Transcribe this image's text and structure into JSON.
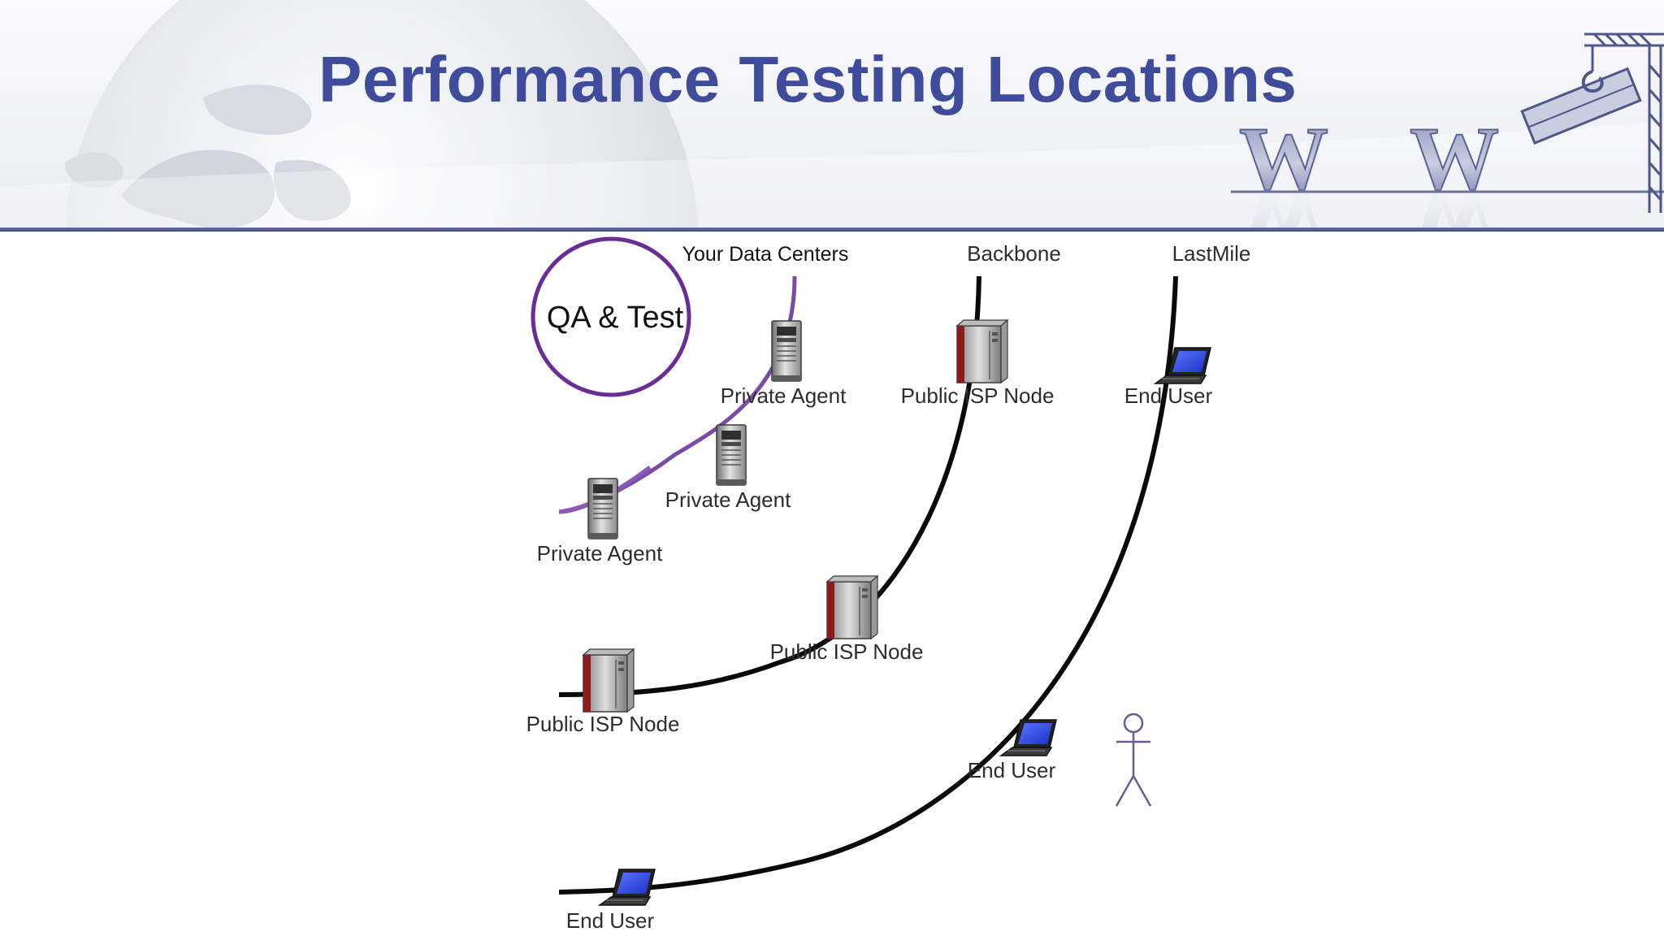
{
  "title": "Performance Testing Locations",
  "columns": {
    "data_centers": "Your Data Centers",
    "backbone": "Backbone",
    "last_mile": "LastMile"
  },
  "qa_label": "QA & Test",
  "nodes": {
    "private_agent_top": "Private Agent",
    "private_agent_mid": "Private Agent",
    "private_agent_low": "Private Agent",
    "public_isp_top": "Public ISP Node",
    "public_isp_mid": "Public ISP Node",
    "public_isp_low": "Public ISP Node",
    "end_user_top": "End User",
    "end_user_mid": "End User",
    "end_user_low": "End User"
  },
  "colors": {
    "title": "#3f4c9c",
    "qa_circle": "#6a2d97",
    "private_line": "#7b4aa8",
    "public_line": "#0a0a0a",
    "header_rule": "#3e4680"
  },
  "icons": {
    "server": "server-tower-icon",
    "isp_node": "isp-server-icon",
    "laptop": "laptop-icon",
    "person": "stick-figure-icon",
    "globe": "globe-watermark-icon",
    "www": "www-logo-icon"
  }
}
